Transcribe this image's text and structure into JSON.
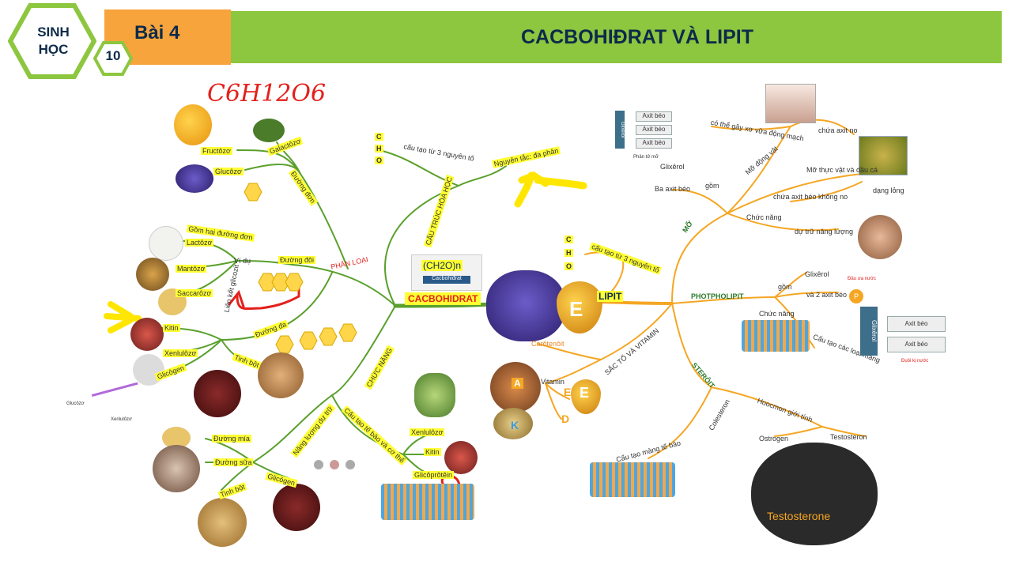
{
  "header": {
    "subject": "SINH HỌC",
    "grade": "10",
    "lesson": "Bài 4",
    "title": "CACBOHIĐRAT VÀ LIPIT"
  },
  "handwritten_formula": "C6H12O6",
  "formula_card": {
    "formula": "(CH2O)n",
    "caption": "Cacbohiđrat"
  },
  "center_left": "CACBOHIDRAT",
  "center_right": "LIPIT",
  "vitamin_letters": {
    "e_big": "E",
    "e_small": "E",
    "a": "A",
    "k": "K",
    "d": "D"
  },
  "carb": {
    "cho": [
      "C",
      "H",
      "O"
    ],
    "structure": "CẤU TRÚC HÓA HỌC",
    "three_elements": "cấu tạo từ 3 nguyên tố",
    "polymer": "Nguyên tắc: đa phân",
    "classification": "PHÂN LOẠI",
    "mono": "Đường đơn",
    "fructose": "Fructôzơ",
    "galactose": "Galactôzơ",
    "glucose": "Glucôzơ",
    "di": "Đường đôi",
    "di_def": "Gồm hai đường đơn",
    "example": "Ví dụ",
    "lactose": "Lactôzơ",
    "maltose": "Mantôzơ",
    "sucrose": "Saccarôzơ",
    "glyco_bond": "Liên kết glicozit",
    "poly": "Đường đa",
    "chitin": "Kitin",
    "cellulose": "Xenlulôzơ",
    "glycogen": "Glicôgen",
    "starch": "Tinh bột",
    "fiber_glucose": "Glucôzơ",
    "fiber_cellulose": "Xenlulôzơ",
    "function": "CHỨC NĂNG",
    "energy": "Năng lượng dự trữ",
    "cane": "Đường mía",
    "milk": "Đường sữa",
    "starch2": "Tinh bột",
    "glycogen2": "Glicôgen",
    "build": "Cấu tạo tế bào và cơ thể",
    "cellulose2": "Xenlulôzơ",
    "chitin2": "Kitin",
    "glycoprotein": "Glicôprôtêin"
  },
  "lipid": {
    "cho": [
      "C",
      "H",
      "O"
    ],
    "three_elements": "cấu tạo từ 3 nguyên tố",
    "fat": "MỠ",
    "glycerol": "Glixêrol",
    "fatty3": "Ba axit béo",
    "consist": "gồm",
    "fat_molecule": "Phân tử mỡ",
    "fatty_boxes": [
      "Axit béo",
      "Axit béo",
      "Axit béo"
    ],
    "glycerol_box": "Glixêrol",
    "animal": "Mỡ động vật",
    "atherosclerosis": "có thể gây xơ vữa động mạch",
    "saturated": "chứa axit no",
    "plant": "Mỡ thực vật và dầu cá",
    "unsaturated": "chứa axit béo không no",
    "liquid": "dạng lỏng",
    "function": "Chức năng",
    "reserve": "dự trữ năng lượng",
    "phospho": "PHOTPHOLIPIT",
    "p_consist": "gồm",
    "p_glycerol": "Glixêrol",
    "p_two_fatty": "và 2 axit béo",
    "p_function": "Chức năng",
    "membrane": "Cấu tạo các loại màng",
    "p_head": "Đầu ưa nước",
    "p_tail": "Đuôi kị nước",
    "p_box_glycerol": "Glixêrol",
    "p_box_fatty": [
      "Axit béo",
      "Axit béo"
    ],
    "p_letter": "P",
    "steroid": "STERÔIT",
    "cholesterol": "Colesteron",
    "cell_membrane": "Cấu tạo màng tế bào",
    "hormone": "Hoocmon giới tính",
    "estrogen": "Ostrogen",
    "testosterone": "Testosteron",
    "board_text": "Testosterone",
    "pigment": "SẮC TỐ VÀ VITAMIN",
    "carotenoid": "Carôtenôit",
    "vitamin": "Vitamin"
  },
  "colors": {
    "green_branch": "#5aa02c",
    "orange_branch": "#f5a623",
    "highlight": "#ffff33",
    "title_bar": "#8dc63f",
    "tab": "#f7a43c",
    "navy": "#0d2a4a"
  }
}
